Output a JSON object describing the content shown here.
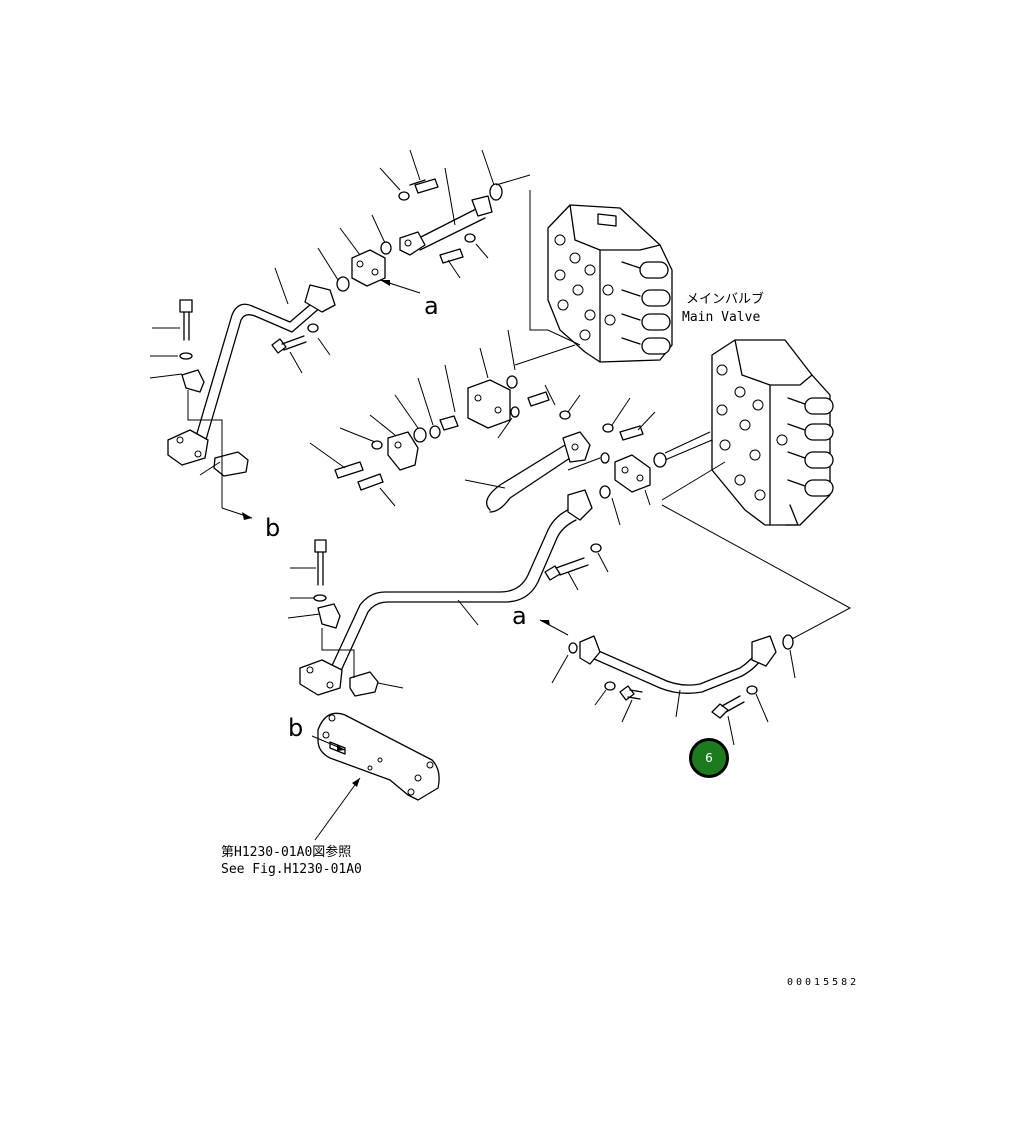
{
  "main_valve_label": {
    "japanese": "メインバルブ",
    "english": "Main Valve"
  },
  "reference_note": {
    "japanese": "第H1230-01A0図参照",
    "english": "See Fig.H1230-01A0"
  },
  "arrow_letters": {
    "a_upper": "a",
    "a_lower": "a",
    "b_upper": "b",
    "b_lower": "b"
  },
  "callout_badge": {
    "number": "6",
    "color": "#1e7a1e"
  },
  "drawing_number": "00015582"
}
